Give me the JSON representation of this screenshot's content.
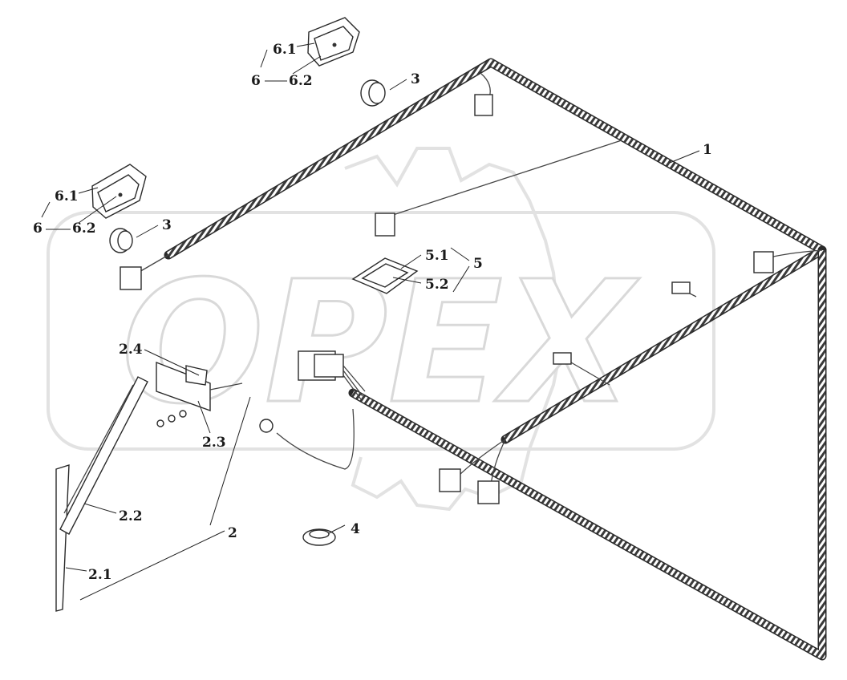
{
  "watermark": {
    "text": "OPEX"
  },
  "callouts": {
    "c1": "1",
    "c2": "2",
    "c2_1": "2.1",
    "c2_2": "2.2",
    "c2_3": "2.3",
    "c2_4": "2.4",
    "c3a": "3",
    "c3b": "3",
    "c4": "4",
    "c5": "5",
    "c5_1": "5.1",
    "c5_2": "5.2",
    "c6a": "6",
    "c6_1a": "6.1",
    "c6_2a": "6.2",
    "c6b": "6",
    "c6_1b": "6.1",
    "c6_2b": "6.2"
  },
  "colors": {
    "line": "#2a2a2a",
    "watermark": "#d9d9d9"
  }
}
